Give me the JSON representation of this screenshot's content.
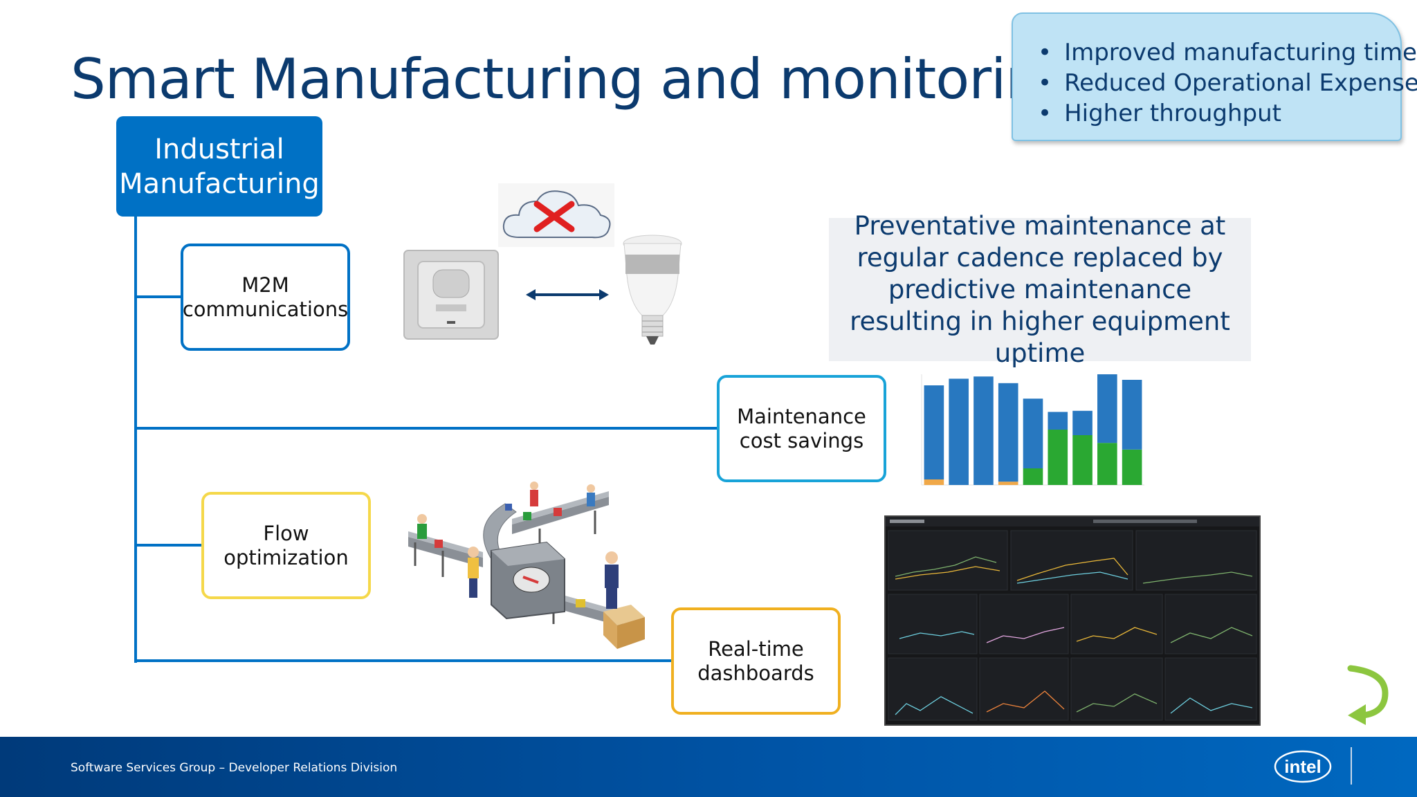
{
  "title": "Smart Manufacturing and monitoring",
  "callout": {
    "items": [
      "Improved manufacturing time",
      "Reduced Operational Expenses",
      "Higher throughput"
    ]
  },
  "root_box": {
    "line1": "Industrial",
    "line2": "Manufacturing"
  },
  "nodes": {
    "m2m": {
      "line1": "M2M",
      "line2": "communications"
    },
    "maintenance": {
      "line1": "Maintenance",
      "line2": "cost savings"
    },
    "flow": {
      "line1": "Flow",
      "line2": "optimization"
    },
    "realtime": {
      "line1": "Real-time",
      "line2": "dashboards"
    }
  },
  "predictive_text": "Preventative maintenance at regular cadence replaced by predictive maintenance resulting in higher equipment uptime",
  "footer": {
    "text": "Software Services Group – Developer Relations Division",
    "logo": "intel"
  },
  "colors": {
    "brand_blue": "#0071c5",
    "title_blue": "#0b3a6e",
    "cyan": "#18a3d8",
    "yellow": "#f5d84a",
    "orange": "#f0b020",
    "bar_blue": "#2878c0",
    "bar_green": "#2aa832",
    "bar_orange": "#f0a848"
  },
  "icons": [
    "cloud-icon",
    "red-x-icon",
    "motion-sensor-icon",
    "lightbulb-icon",
    "double-arrow-icon",
    "factory-conveyor-illustration",
    "return-arrow-icon",
    "intel-logo"
  ],
  "chart_data": {
    "type": "bar",
    "stacked": true,
    "categories": [
      "1",
      "2",
      "3",
      "4",
      "5",
      "6",
      "7",
      "8",
      "9"
    ],
    "series": [
      {
        "values": [
          0.5,
          0,
          0,
          0.3,
          0,
          0,
          0,
          0,
          0
        ]
      },
      {
        "values": [
          0,
          0,
          0,
          0,
          1.5,
          5.0,
          4.5,
          3.8,
          3.2
        ]
      },
      {
        "values": [
          8.5,
          9.6,
          9.8,
          8.9,
          6.3,
          1.6,
          2.2,
          6.2,
          6.3
        ]
      }
    ],
    "ylim": [
      0,
      10
    ]
  }
}
